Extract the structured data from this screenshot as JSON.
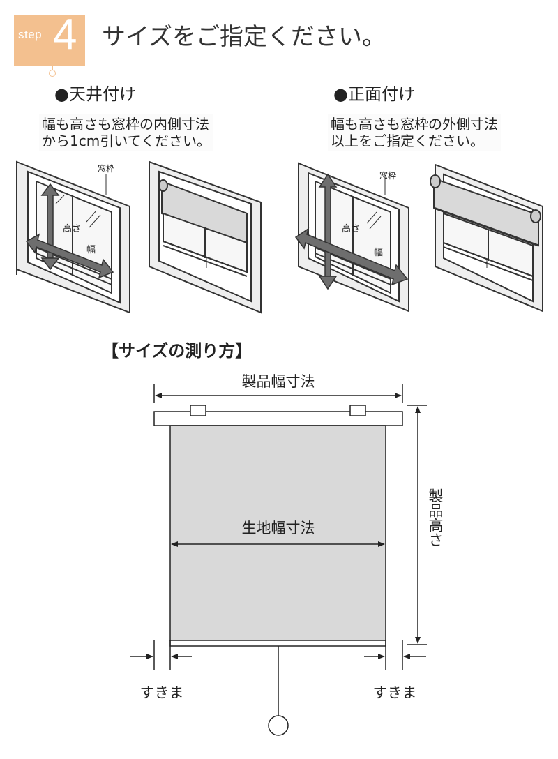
{
  "header": {
    "step_word": "step",
    "step_number": "4",
    "title": "サイズをご指定ください。"
  },
  "ceiling_mount": {
    "title": "●天井付け",
    "description": "幅も高さも窓枠の内側寸法\nから1cm引いてください。",
    "frame_label": "窓枠",
    "height_label": "高さ",
    "width_label": "幅"
  },
  "front_mount": {
    "title": "●正面付け",
    "description": "幅も高さも窓枠の外側寸法\n以上をご指定ください。",
    "frame_label": "窓枠",
    "height_label": "高さ",
    "width_label": "幅"
  },
  "measurement": {
    "title": "【サイズの測り方】",
    "product_width": "製品幅寸法",
    "product_height": "製品高さ",
    "fabric_width": "生地幅寸法",
    "gap_left": "すきま",
    "gap_right": "すきま"
  },
  "colors": {
    "badge": "#f3c08f",
    "line": "#333333",
    "fabric": "#d9d9d9",
    "arrow": "#6e6e6e"
  }
}
